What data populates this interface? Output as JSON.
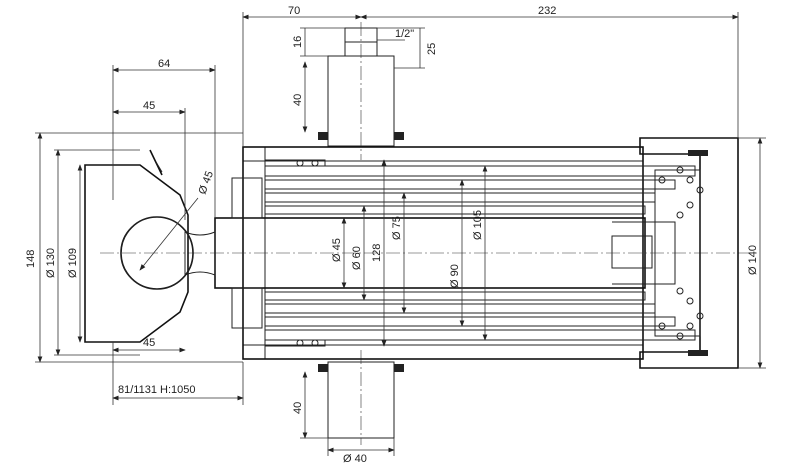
{
  "drawing": {
    "dimensions": {
      "top_70": "70",
      "top_232": "232",
      "thread": "1/2\"",
      "d16": "16",
      "d25": "25",
      "d40_top": "40",
      "d64": "64",
      "d45_left": "45",
      "dia45_ball": "Ø 45",
      "h148": "148",
      "dia130": "Ø 130",
      "dia109": "Ø 109",
      "d45_bottom": "45",
      "stroke": "81/1131  H:1050",
      "d40_bottom": "40",
      "dia40_bottom": "Ø 40",
      "dia45_rod": "Ø 45",
      "dia60": "Ø 60",
      "d128": "128",
      "dia75": "Ø 75",
      "dia90": "Ø 90",
      "dia105": "Ø 105",
      "dia140": "Ø 140"
    }
  }
}
